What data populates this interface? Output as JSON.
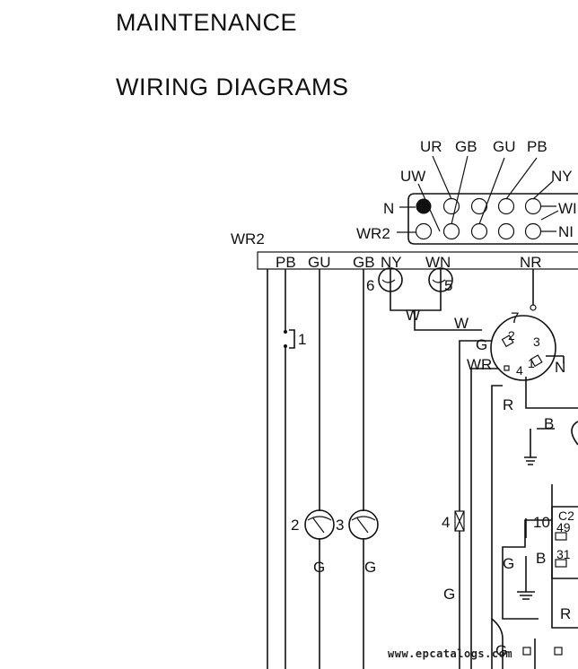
{
  "headings": {
    "section": "MAINTENANCE",
    "title": "WIRING DIAGRAMS"
  },
  "connector": {
    "top_labels": [
      "UR",
      "GB",
      "GU",
      "PB",
      "NY"
    ],
    "uw": "UW",
    "left_top": "N",
    "left_bottom": "WR2",
    "right_top": "WI",
    "right_bottom": "NI"
  },
  "harness": {
    "name": "WR2",
    "wires": [
      "PB",
      "GU",
      "GB",
      "NY",
      "WN",
      "NR"
    ]
  },
  "components": {
    "warning_6": "6",
    "warning_5": "5",
    "switch_1": "1",
    "gauge_2": "2",
    "gauge_3": "3",
    "fuse_4": "4",
    "ignition_7": "7",
    "terminals": [
      "2",
      "3",
      "4",
      "1"
    ],
    "relay_num": "10",
    "relay_name": "C2",
    "relay_t1": "49",
    "relay_t2": "31"
  },
  "wire_labels": {
    "w1": "W",
    "w2": "W",
    "g_ign": "G",
    "wr_ign": "WR",
    "n_ign": "N",
    "r_ign": "R",
    "b_top": "B",
    "g_gauge2": "G",
    "g_gauge3": "G",
    "g_fuse": "G",
    "g_relay": "G",
    "b_relay": "B",
    "r_relay": "R",
    "g_bottom": "G"
  },
  "watermark": "www.epcatalogs.com"
}
